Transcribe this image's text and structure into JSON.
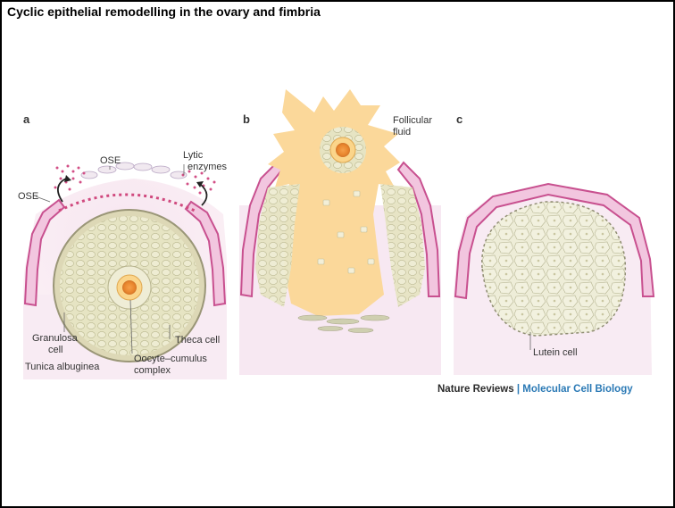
{
  "title": "Cyclic epithelial remodelling in the ovary and fimbria",
  "panels": {
    "a": {
      "letter": "a",
      "labels": {
        "ose_top": "OSE",
        "ose_left": "OSE",
        "lytic_line1": "Lytic",
        "lytic_line2": "enzymes",
        "granulosa_line1": "Granulosa",
        "granulosa_line2": "cell",
        "tunica": "Tunica albuginea",
        "oocyte_line1": "Oocyte–cumulus",
        "oocyte_line2": "complex",
        "theca": "Theca cell"
      }
    },
    "b": {
      "letter": "b",
      "labels": {
        "fluid_line1": "Follicular",
        "fluid_line2": "fluid"
      }
    },
    "c": {
      "letter": "c",
      "labels": {
        "lutein": "Lutein cell"
      }
    }
  },
  "credit": {
    "journal": "Nature Reviews",
    "separator": "|",
    "subject": "Molecular Cell Biology"
  },
  "colors": {
    "epithelium": "#c8508f",
    "stroma": "#f5e3ef",
    "granulosa": "#e6e4c2",
    "fluid": "#fbd89a",
    "oocyte": "#f0a03c",
    "credit_accent": "#2a79b5"
  }
}
